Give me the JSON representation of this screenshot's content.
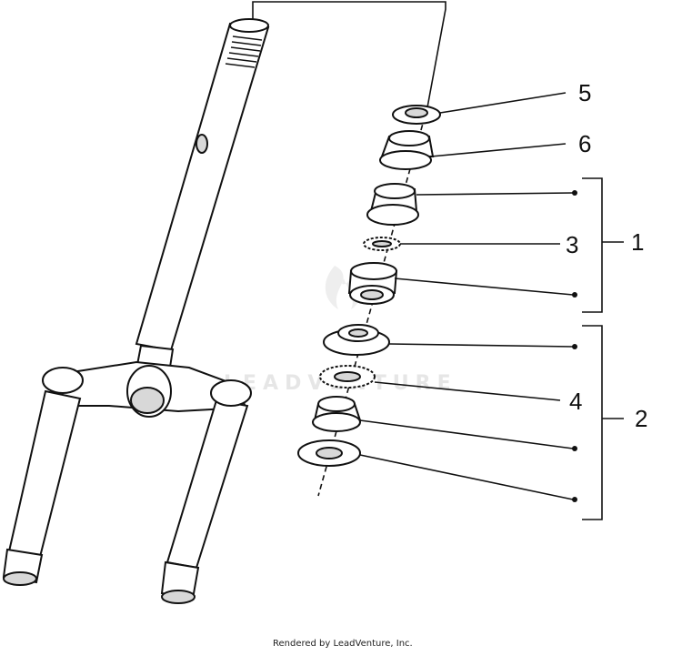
{
  "diagram": {
    "callouts": {
      "c1": "1",
      "c2": "2",
      "c3": "3",
      "c4": "4",
      "c5": "5",
      "c6": "6"
    },
    "watermark": "LEADVENTURE",
    "credit": "Rendered by LeadVenture, Inc."
  }
}
